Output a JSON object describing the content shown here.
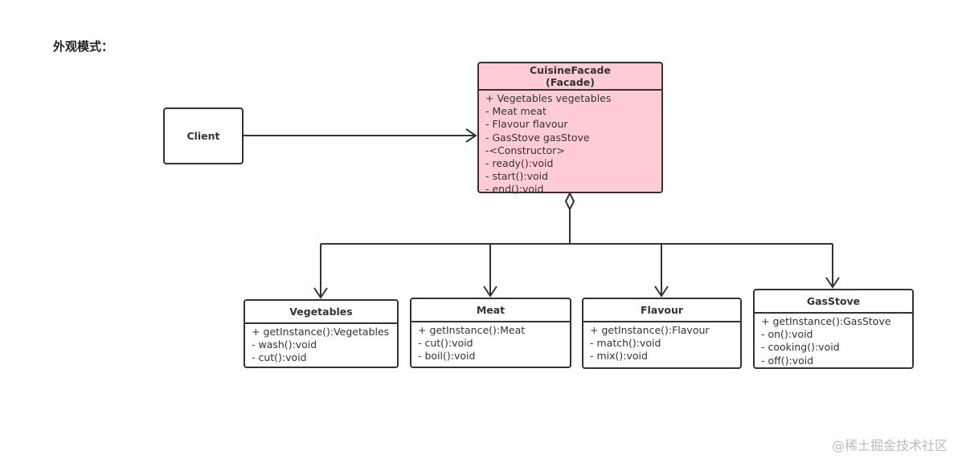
{
  "title": "外观模式：",
  "watermark": "@稀土掘金技术社区",
  "colors": {
    "facade_fill": "#ffccd5",
    "stroke": "#333333"
  },
  "client": {
    "name": "Client"
  },
  "facade": {
    "name": "CuisineFacade",
    "stereotype": "(Facade)",
    "members": [
      "+ Vegetables vegetables",
      "- Meat meat",
      "- Flavour flavour",
      "- GasStove gasStove",
      "-<Constructor>",
      "- ready():void",
      "- start():void",
      "- end():void"
    ]
  },
  "classes": [
    {
      "name": "Vegetables",
      "members": [
        "+ getInstance():Vegetables",
        "- wash():void",
        "- cut():void"
      ]
    },
    {
      "name": "Meat",
      "members": [
        "+ getInstance():Meat",
        "- cut():void",
        "- boil():void"
      ]
    },
    {
      "name": "Flavour",
      "members": [
        "+ getInstance():Flavour",
        "- match():void",
        "- mix():void"
      ]
    },
    {
      "name": "GasStove",
      "members": [
        "+ getInstance():GasStove",
        "- on():void",
        "- cooking():void",
        "- off():void"
      ]
    }
  ]
}
